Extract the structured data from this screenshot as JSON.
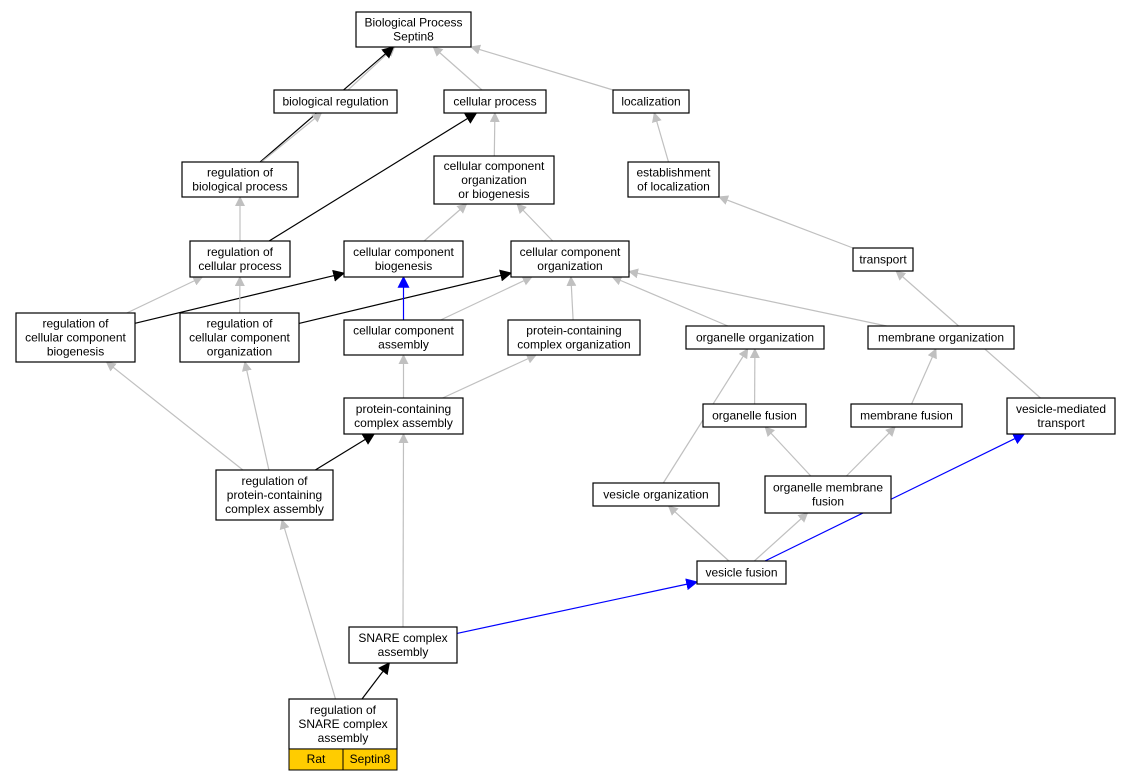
{
  "colors": {
    "grey": "#c0c0c0",
    "black": "#000000",
    "blue": "#0000ff",
    "legend_fill": "#ffcc00"
  },
  "nodes": [
    {
      "id": "bp",
      "lines": [
        "Biological Process",
        "Septin8"
      ]
    },
    {
      "id": "breg",
      "lines": [
        "biological regulation"
      ]
    },
    {
      "id": "cproc",
      "lines": [
        "cellular process"
      ]
    },
    {
      "id": "loc",
      "lines": [
        "localization"
      ]
    },
    {
      "id": "regbp",
      "lines": [
        "regulation of",
        "biological process"
      ]
    },
    {
      "id": "ccob",
      "lines": [
        "cellular component",
        "organization",
        "or biogenesis"
      ]
    },
    {
      "id": "estloc",
      "lines": [
        "establishment",
        "of localization"
      ]
    },
    {
      "id": "regcp",
      "lines": [
        "regulation of",
        "cellular process"
      ]
    },
    {
      "id": "ccbio",
      "lines": [
        "cellular component",
        "biogenesis"
      ]
    },
    {
      "id": "ccorg",
      "lines": [
        "cellular component",
        "organization"
      ]
    },
    {
      "id": "transport",
      "lines": [
        "transport"
      ]
    },
    {
      "id": "regccb",
      "lines": [
        "regulation of",
        "cellular component",
        "biogenesis"
      ]
    },
    {
      "id": "regcco",
      "lines": [
        "regulation of",
        "cellular component",
        "organization"
      ]
    },
    {
      "id": "ccasm",
      "lines": [
        "cellular component",
        "assembly"
      ]
    },
    {
      "id": "pcco",
      "lines": [
        "protein-containing",
        "complex organization"
      ]
    },
    {
      "id": "orgorg",
      "lines": [
        "organelle organization"
      ]
    },
    {
      "id": "memorg",
      "lines": [
        "membrane organization"
      ]
    },
    {
      "id": "pcca",
      "lines": [
        "protein-containing",
        "complex assembly"
      ]
    },
    {
      "id": "orgfus",
      "lines": [
        "organelle fusion"
      ]
    },
    {
      "id": "memfus",
      "lines": [
        "membrane fusion"
      ]
    },
    {
      "id": "vmt",
      "lines": [
        "vesicle-mediated",
        "transport"
      ]
    },
    {
      "id": "regpcca",
      "lines": [
        "regulation of",
        "protein-containing",
        "complex assembly"
      ]
    },
    {
      "id": "vesorg",
      "lines": [
        "vesicle organization"
      ]
    },
    {
      "id": "omf",
      "lines": [
        "organelle membrane",
        "fusion"
      ]
    },
    {
      "id": "vesfus",
      "lines": [
        "vesicle fusion"
      ]
    },
    {
      "id": "snare",
      "lines": [
        "SNARE complex",
        "assembly"
      ]
    },
    {
      "id": "regsnare",
      "lines": [
        "regulation of",
        "SNARE complex",
        "assembly"
      ]
    }
  ],
  "legend": {
    "species": "Rat",
    "gene": "Septin8"
  },
  "edges": [
    {
      "from": "breg",
      "to": "bp",
      "color": "grey"
    },
    {
      "from": "cproc",
      "to": "bp",
      "color": "grey"
    },
    {
      "from": "loc",
      "to": "bp",
      "color": "grey"
    },
    {
      "from": "regbp",
      "to": "bp",
      "color": "black"
    },
    {
      "from": "regbp",
      "to": "breg",
      "color": "grey"
    },
    {
      "from": "ccob",
      "to": "cproc",
      "color": "grey"
    },
    {
      "from": "estloc",
      "to": "loc",
      "color": "grey"
    },
    {
      "from": "regcp",
      "to": "regbp",
      "color": "grey"
    },
    {
      "from": "regcp",
      "to": "cproc",
      "color": "black"
    },
    {
      "from": "ccbio",
      "to": "ccob",
      "color": "grey"
    },
    {
      "from": "ccorg",
      "to": "ccob",
      "color": "grey"
    },
    {
      "from": "transport",
      "to": "estloc",
      "color": "grey"
    },
    {
      "from": "regccb",
      "to": "regcp",
      "color": "grey"
    },
    {
      "from": "regccb",
      "to": "ccbio",
      "color": "black"
    },
    {
      "from": "regcco",
      "to": "regcp",
      "color": "grey"
    },
    {
      "from": "regcco",
      "to": "ccorg",
      "color": "black"
    },
    {
      "from": "ccasm",
      "to": "ccbio",
      "color": "blue"
    },
    {
      "from": "ccasm",
      "to": "ccorg",
      "color": "grey"
    },
    {
      "from": "pcco",
      "to": "ccorg",
      "color": "grey"
    },
    {
      "from": "orgorg",
      "to": "ccorg",
      "color": "grey"
    },
    {
      "from": "memorg",
      "to": "ccorg",
      "color": "grey"
    },
    {
      "from": "pcca",
      "to": "ccasm",
      "color": "grey"
    },
    {
      "from": "pcca",
      "to": "pcco",
      "color": "grey"
    },
    {
      "from": "orgfus",
      "to": "orgorg",
      "color": "grey"
    },
    {
      "from": "memfus",
      "to": "memorg",
      "color": "grey"
    },
    {
      "from": "vmt",
      "to": "transport",
      "color": "grey"
    },
    {
      "from": "regpcca",
      "to": "regccb",
      "color": "grey"
    },
    {
      "from": "regpcca",
      "to": "regcco",
      "color": "grey"
    },
    {
      "from": "regpcca",
      "to": "pcca",
      "color": "black"
    },
    {
      "from": "vesorg",
      "to": "orgorg",
      "color": "grey"
    },
    {
      "from": "omf",
      "to": "orgfus",
      "color": "grey"
    },
    {
      "from": "omf",
      "to": "memfus",
      "color": "grey"
    },
    {
      "from": "vesfus",
      "to": "vesorg",
      "color": "grey"
    },
    {
      "from": "vesfus",
      "to": "omf",
      "color": "grey"
    },
    {
      "from": "vesfus",
      "to": "vmt",
      "color": "blue"
    },
    {
      "from": "snare",
      "to": "pcca",
      "color": "grey"
    },
    {
      "from": "snare",
      "to": "vesfus",
      "color": "blue"
    },
    {
      "from": "regsnare",
      "to": "regpcca",
      "color": "grey"
    },
    {
      "from": "regsnare",
      "to": "snare",
      "color": "black"
    }
  ]
}
